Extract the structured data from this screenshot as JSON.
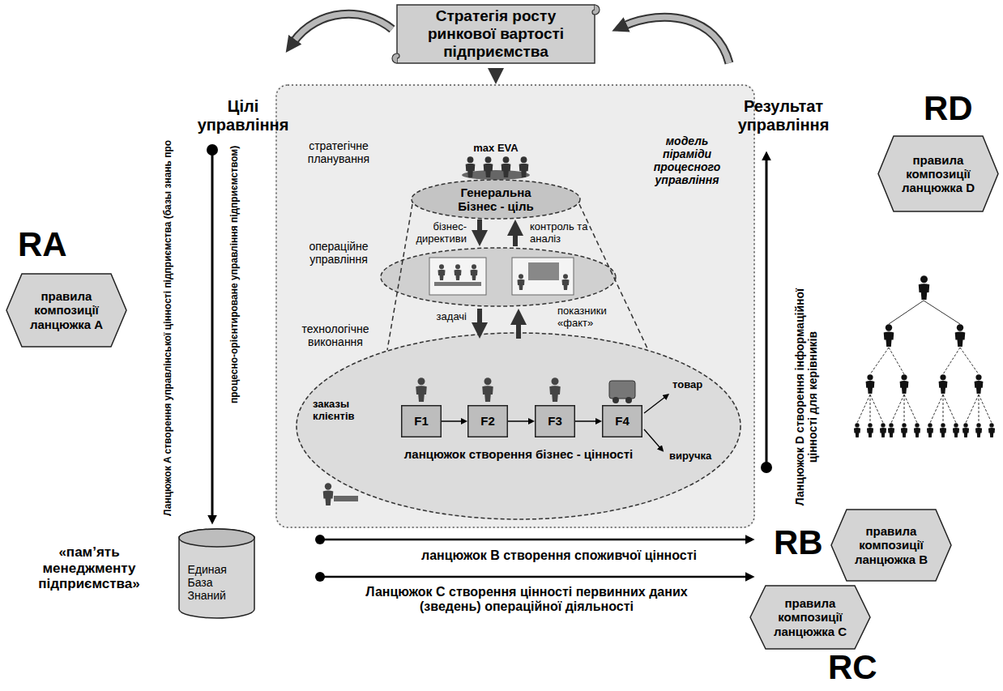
{
  "diagram": {
    "nodes": [
      {
        "text": [
          "Стратегія росту ринкової вартості підприємства"
        ]
      },
      {
        "text": [
          "стратегічне планування",
          "операційне управління",
          "технологічне виконання",
          "модель піраміди процесного управління"
        ]
      },
      {
        "text": [
          "Генеральна Бізнес - ціль"
        ],
        "in": 1
      },
      {
        "text": [
          "ланцюжок створення бізнес - цінності"
        ],
        "in": 1
      },
      {
        "text": [
          "F1"
        ],
        "in": 3
      },
      {
        "text": [
          "F2"
        ],
        "in": 3
      },
      {
        "text": [
          "F3"
        ],
        "in": 3
      },
      {
        "text": [
          "F4"
        ],
        "in": 3
      },
      {
        "text": [
          "RA",
          "правила композиції ланцюжка A"
        ]
      },
      {
        "text": [
          "RD",
          "правила композиції ланцюжка D"
        ]
      },
      {
        "text": [
          "RB",
          "правила композиції ланцюжка B"
        ]
      },
      {
        "text": [
          "RC",
          "правила композиції ланцюжка C"
        ]
      },
      {
        "text": [
          "«пам’ять менеджменту підприємства»",
          "Единая База Знаний"
        ]
      }
    ],
    "edges": [
      {
        "from": 0,
        "to": 1,
        "arrow": "to"
      },
      {
        "from": 4,
        "to": 5,
        "arrow": "to"
      },
      {
        "from": 5,
        "to": 6,
        "arrow": "to"
      },
      {
        "from": 6,
        "to": 7,
        "arrow": "to"
      }
    ],
    "labels": [
      "Цілі управління",
      "Результат управління",
      "max EVA",
      "бізнес- директиви",
      "контроль та аналіз",
      "задачі",
      "показники «факт»",
      "заказы клієнтів",
      "товар",
      "виручка",
      "Ланцюжок A створення управлінської цінності підприємства (базы знань про",
      "процесно-орієнтироване управління підприємством)",
      "Ланцюжок D створення інформаційної цінності для керівників",
      "ланцюжок B створення споживчої цінності",
      "Ланцюжок C створення цінності первинних даних (зведень) операційної діяльності"
    ]
  }
}
